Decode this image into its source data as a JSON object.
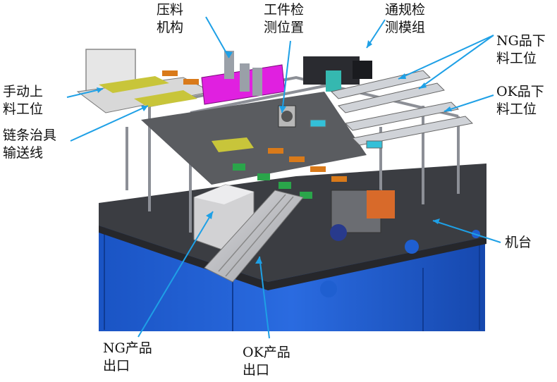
{
  "labels": {
    "press": [
      "压料",
      "机构"
    ],
    "workpiece": [
      "工件检",
      "测位置"
    ],
    "gauge": [
      "通规检",
      "测模组"
    ],
    "ng_unload": [
      "NG品下",
      "料工位"
    ],
    "ok_unload": [
      "OK品下",
      "料工位"
    ],
    "manual_load": [
      "手动上",
      "料工位"
    ],
    "chain": [
      "链条治具",
      "输送线"
    ],
    "machine": [
      "机台"
    ],
    "ng_outlet": [
      "NG产品",
      "出口"
    ],
    "ok_outlet": [
      "OK产品",
      "出口"
    ]
  },
  "colors": {
    "leader": "#1ea0e6",
    "cabinet": "#1f5fd0",
    "tabletop": "#3b3d42",
    "press_block": "#e020e0",
    "frame": "#8c8f96"
  }
}
